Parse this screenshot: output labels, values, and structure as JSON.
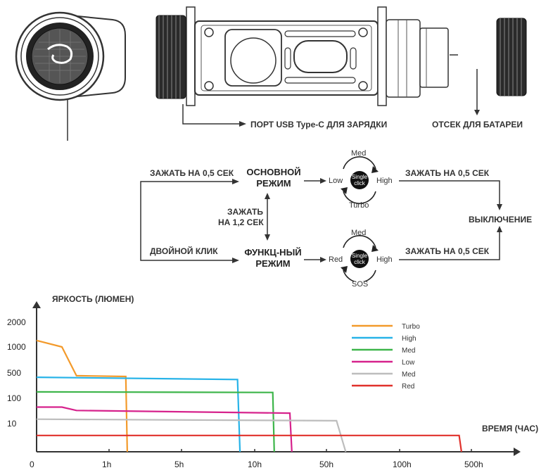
{
  "callouts": {
    "usb_port": "ПОРТ USB Type-C ДЛЯ ЗАРЯДКИ",
    "battery": "ОТСЕК ДЛЯ БАТАРЕИ"
  },
  "flow": {
    "hold_05_top": "ЗАЖАТЬ НА 0,5 СЕК",
    "double_click": "ДВОЙНОЙ КЛИК",
    "main_mode": [
      "ОСНОВНОЙ",
      "РЕЖИМ"
    ],
    "func_mode": [
      "ФУНКЦ-НЫЙ",
      "РЕЖИМ"
    ],
    "hold_12": [
      "ЗАЖАТЬ",
      "НА 1,2 СЕК"
    ],
    "hold_05_right_top": "ЗАЖАТЬ НА 0,5 СЕК",
    "hold_05_right_bottom": "ЗАЖАТЬ НА 0,5 СЕК",
    "off": "ВЫКЛЮЧЕНИЕ",
    "cycle_main": {
      "top": "Med",
      "left": "Low",
      "right": "High",
      "bottom": "Turbo"
    },
    "cycle_func": {
      "top": "Med",
      "left": "Red",
      "right": "High",
      "bottom": "SOS"
    },
    "single_click": [
      "Single",
      "click"
    ]
  },
  "chart_data": {
    "type": "line",
    "ylabel": "ЯРКОСТЬ (ЛЮМЕН)",
    "xlabel": "ВРЕМЯ (ЧАС)",
    "y_ticks": [
      "2000",
      "1000",
      "500",
      "100",
      "10"
    ],
    "x_ticks": [
      "0",
      "1h",
      "5h",
      "10h",
      "50h",
      "100h",
      "500h"
    ],
    "series": [
      {
        "name": "Turbo",
        "color": "#f39a2b",
        "points": [
          [
            0,
            1200
          ],
          [
            0.35,
            1000
          ],
          [
            0.55,
            420
          ],
          [
            1.45,
            400
          ],
          [
            1.5,
            0
          ]
        ]
      },
      {
        "name": "High",
        "color": "#27b3e8",
        "points": [
          [
            0,
            380
          ],
          [
            8.5,
            330
          ],
          [
            8.7,
            0
          ]
        ]
      },
      {
        "name": "Med",
        "color": "#3db54a",
        "points": [
          [
            0,
            150
          ],
          [
            15,
            145
          ],
          [
            15.5,
            0
          ]
        ]
      },
      {
        "name": "Low",
        "color": "#d6228c",
        "points": [
          [
            0,
            45
          ],
          [
            0.35,
            45
          ],
          [
            0.55,
            33
          ],
          [
            22,
            26
          ],
          [
            23,
            0
          ]
        ]
      },
      {
        "name": "Med",
        "color": "#bdbdbd",
        "points": [
          [
            0,
            15
          ],
          [
            55,
            13
          ],
          [
            60,
            0
          ]
        ]
      },
      {
        "name": "Red",
        "color": "#e0312b",
        "points": [
          [
            0,
            3
          ],
          [
            380,
            3
          ],
          [
            400,
            0
          ]
        ]
      }
    ],
    "legend_position": "top-right"
  }
}
